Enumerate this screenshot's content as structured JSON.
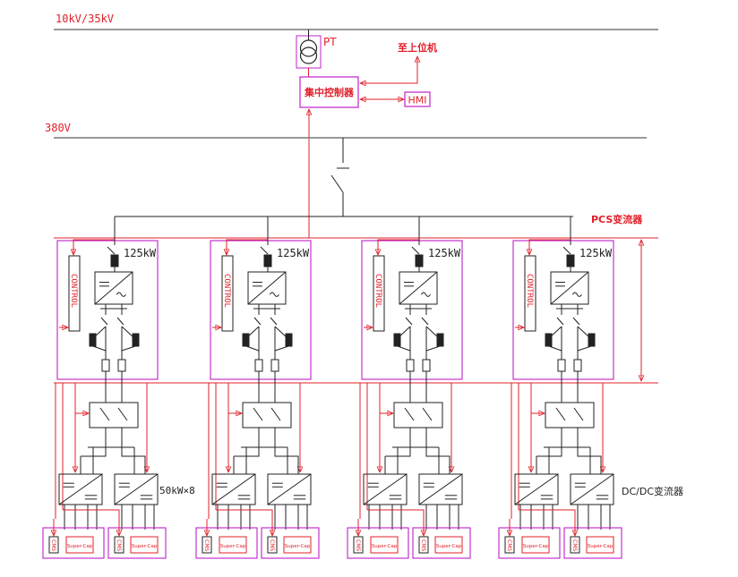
{
  "labels": {
    "hv_bus": "10kV/35kV",
    "lv_bus": "380V",
    "pt": "PT",
    "central_controller": "集中控制器",
    "upper_computer": "至上位机",
    "hmi": "HMI",
    "pcs": "PCS变流器",
    "pcs_power": "125kW",
    "control": "CONTROL",
    "dcdc_power": "50kW×8",
    "dcdc": "DC/DC变流器",
    "cms": "CMS",
    "supercap": "Super-Cap"
  },
  "pcs_units": 4,
  "dcdc_per_unit": 2,
  "colors": {
    "black": "#222222",
    "red": "#e0202a",
    "magenta": "#c020c8",
    "bus": "#777777"
  }
}
